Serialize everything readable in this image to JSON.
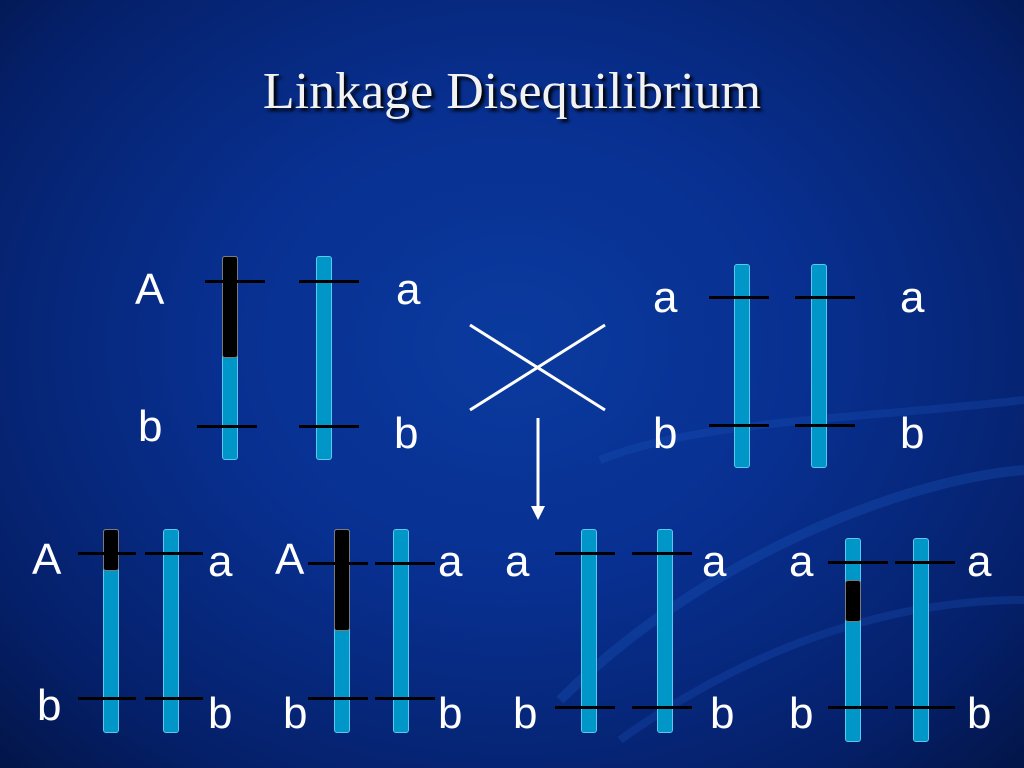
{
  "title": "Linkage Disequilibrium",
  "labels": {
    "A": "A",
    "a": "a",
    "b": "b"
  },
  "colors": {
    "chromosome": "#0096c8",
    "segment": "#000000",
    "text": "#ffffff"
  }
}
